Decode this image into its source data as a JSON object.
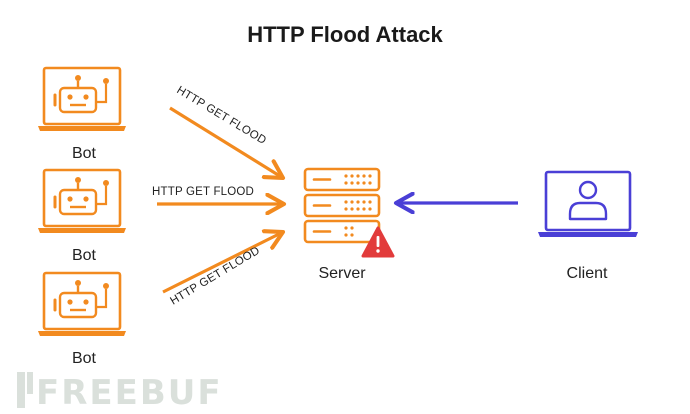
{
  "title": "HTTP Flood Attack",
  "bots": [
    {
      "label": "Bot",
      "attack_label": "HTTP GET FLOOD"
    },
    {
      "label": "Bot",
      "attack_label": "HTTP GET FLOOD"
    },
    {
      "label": "Bot",
      "attack_label": "HTTP GET FLOOD"
    }
  ],
  "server": {
    "label": "Server",
    "icon": "server-icon",
    "alert_icon": "warning-icon"
  },
  "client": {
    "label": "Client",
    "icon": "user-icon"
  },
  "watermark": "FREEBUF",
  "colors": {
    "attack": "#f28a1f",
    "client": "#4a3fd6",
    "alert": "#e23b3b",
    "text": "#222222",
    "watermark": "#d6ddd8"
  }
}
